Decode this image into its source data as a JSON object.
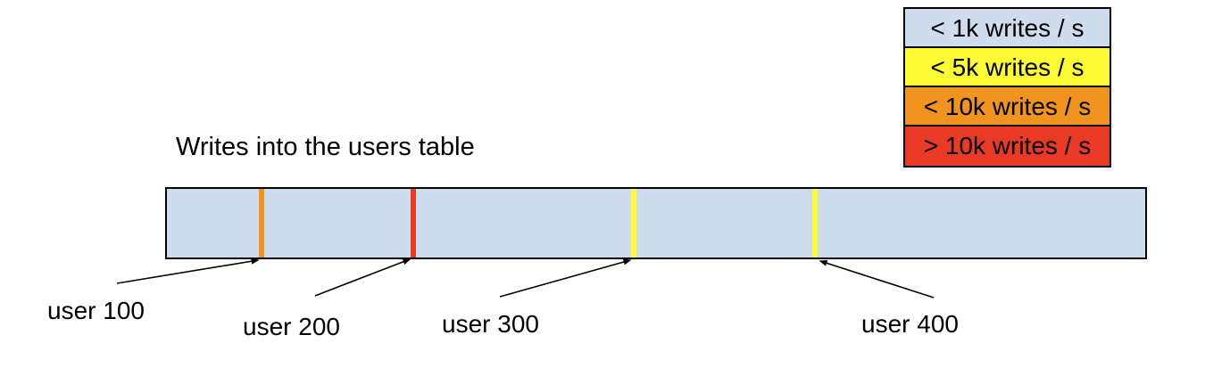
{
  "title": "Writes into the users table",
  "legend": {
    "items": [
      {
        "label": "< 1k writes / s",
        "color": "#cfdcee"
      },
      {
        "label": "< 5k writes / s",
        "color": "#fdfb33"
      },
      {
        "label": "< 10k writes / s",
        "color": "#f0931f"
      },
      {
        "label": "> 10k writes / s",
        "color": "#e93a26"
      }
    ]
  },
  "bar": {
    "fill_color": "#cfdcee",
    "outline_color": "#000000",
    "hotspots": [
      {
        "label": "user 100",
        "rate": "< 10k writes / s",
        "color": "#f0931f"
      },
      {
        "label": "user 200",
        "rate": "> 10k writes / s",
        "color": "#e93a26"
      },
      {
        "label": "user 300",
        "rate": "< 5k writes / s",
        "color": "#fdfb33"
      },
      {
        "label": "user 400",
        "rate": "< 5k writes / s",
        "color": "#fdfb33"
      }
    ]
  }
}
